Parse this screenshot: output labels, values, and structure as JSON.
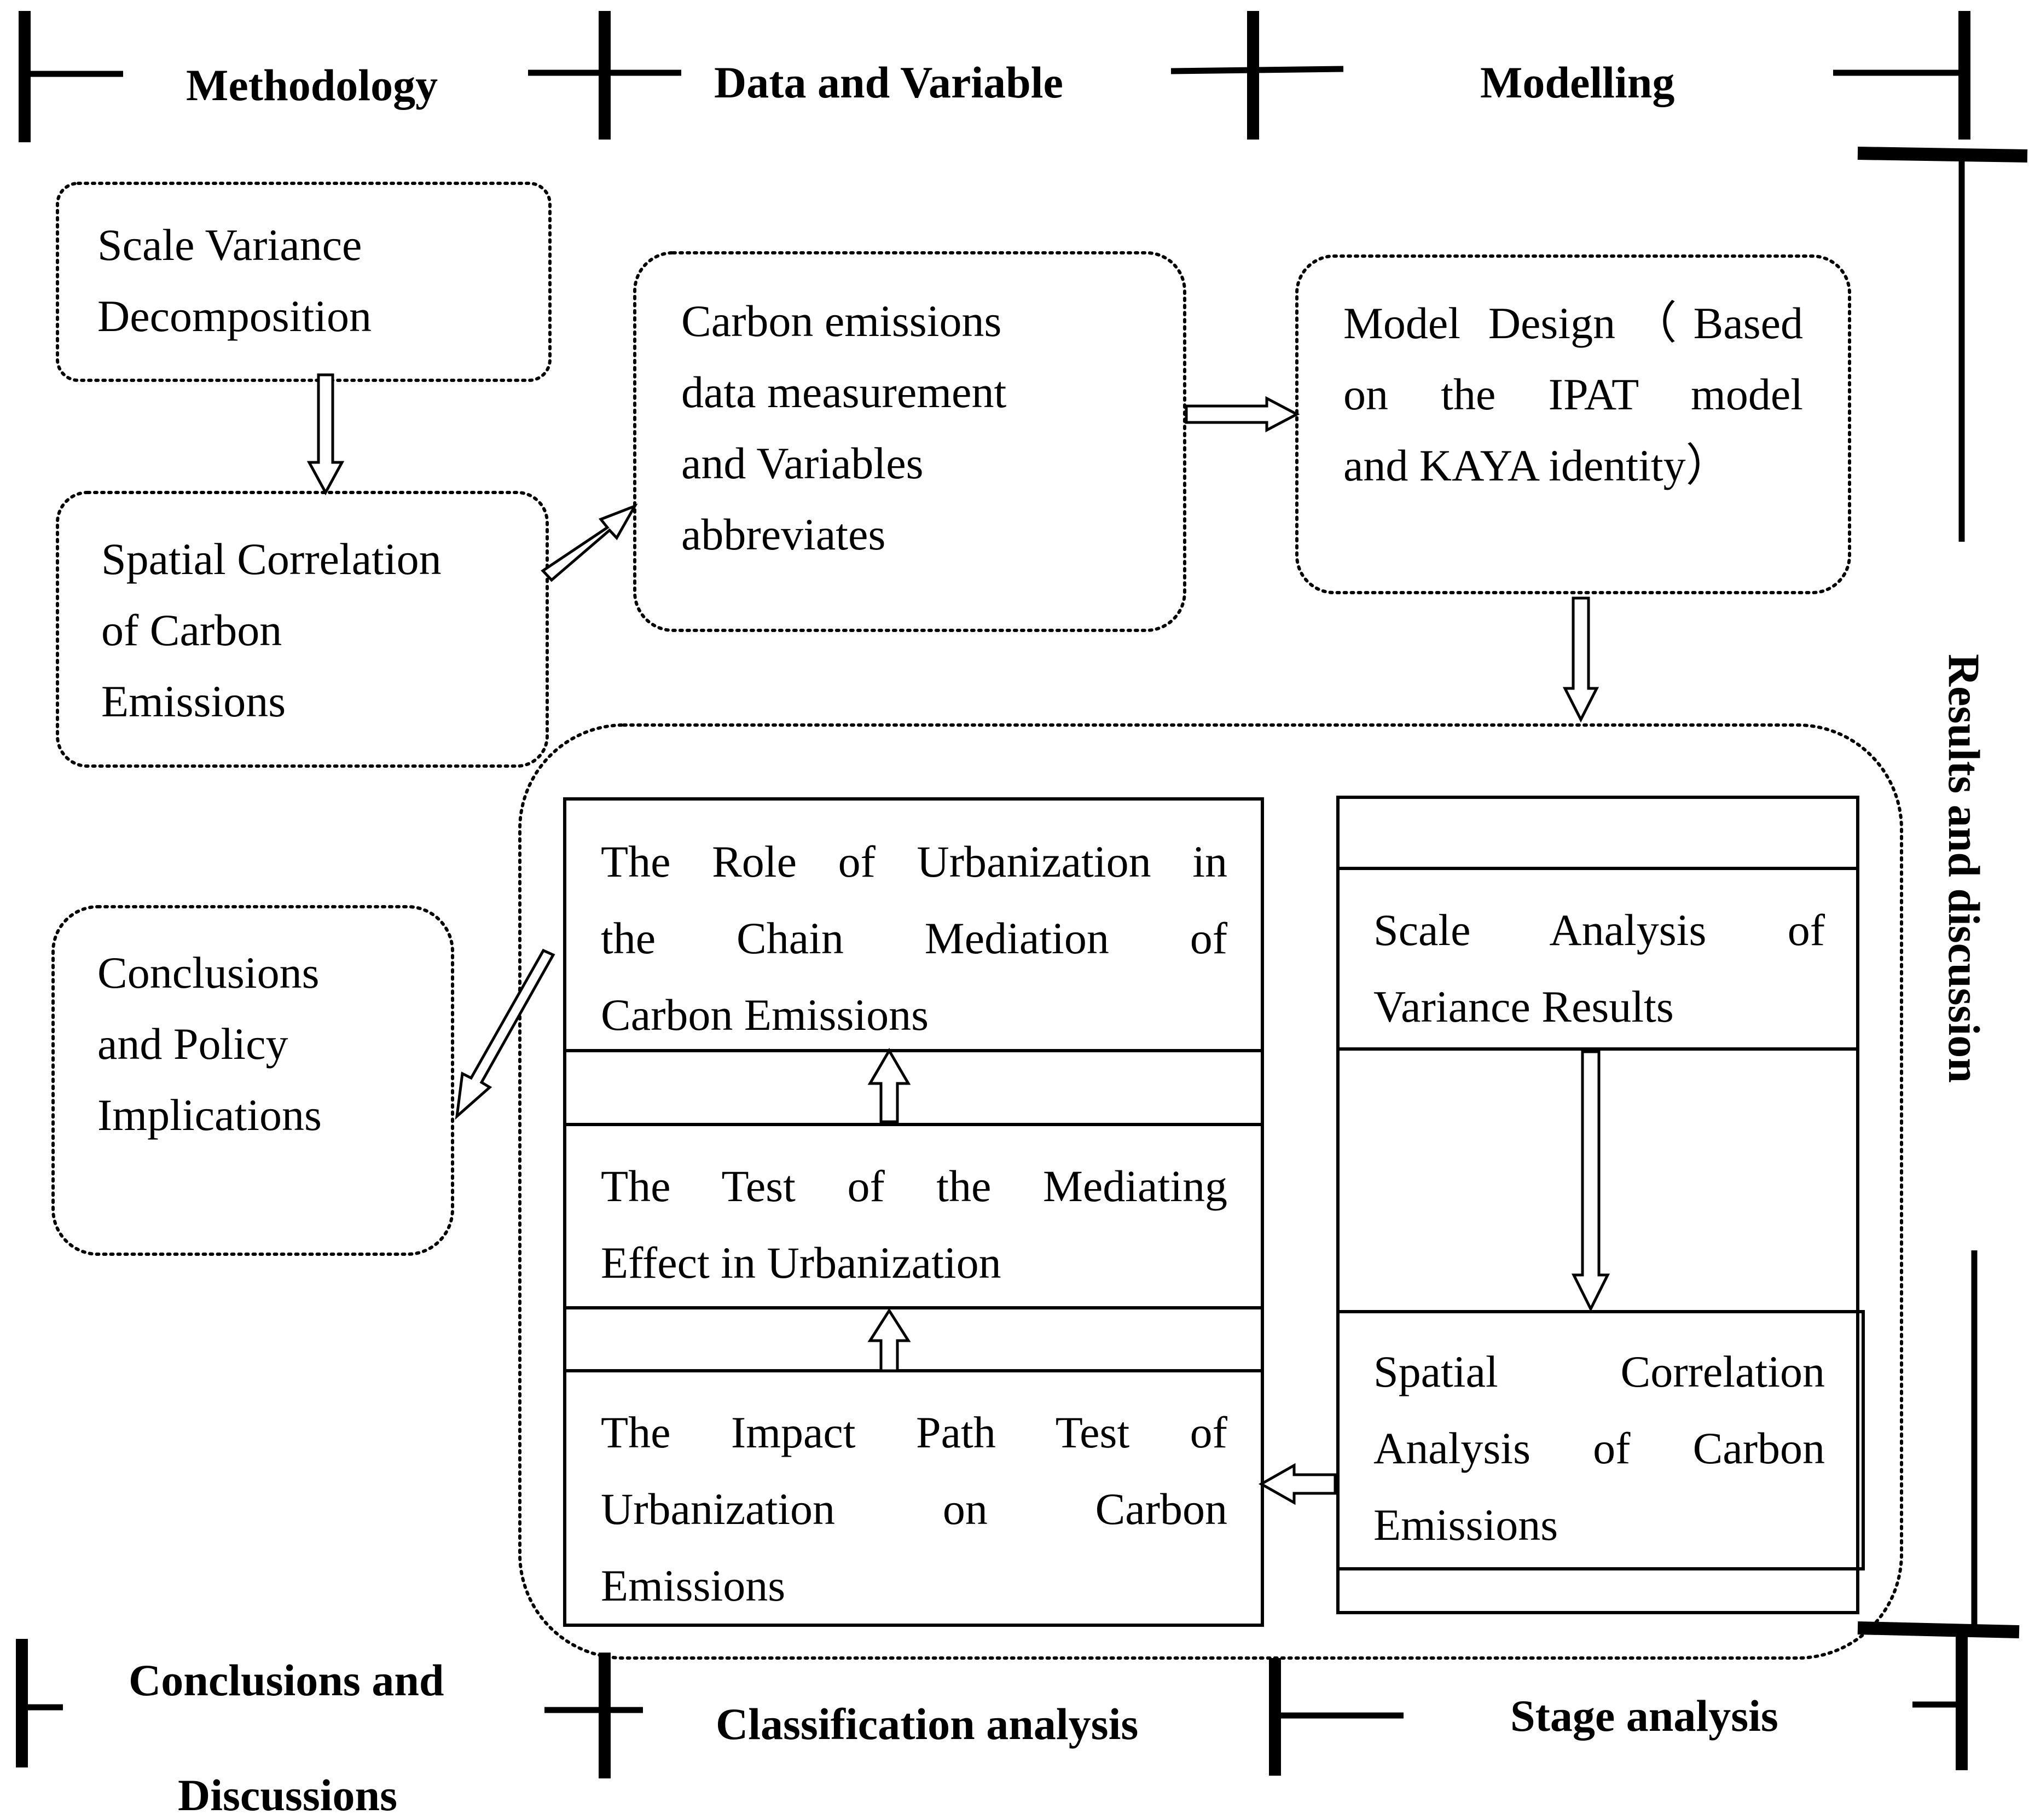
{
  "headers": {
    "top": [
      "Methodology",
      "Data and Variable",
      "Modelling"
    ],
    "right": "Results and discussion",
    "bottom": [
      "Conclusions and",
      "Discussions",
      "Classification analysis",
      "Stage analysis"
    ]
  },
  "boxes": {
    "scale_variance": [
      "Scale Variance",
      "Decomposition"
    ],
    "spatial_correlation": [
      "Spatial Correlation",
      "of Carbon",
      "Emissions"
    ],
    "carbon_data": [
      "Carbon emissions",
      "data measurement",
      "and Variables",
      "abbreviates"
    ],
    "model_design": [
      "Model Design（Based",
      "on the IPAT model",
      "and KAYA identity）"
    ],
    "conclusions_policy": [
      "Conclusions",
      "and Policy",
      "Implications"
    ],
    "role_urbanization": [
      "The Role of Urbanization in",
      "the Chain Mediation of",
      "Carbon Emissions"
    ],
    "mediating_effect": [
      "The Test of the Mediating",
      "Effect in Urbanization"
    ],
    "impact_path": [
      "The Impact Path Test of",
      "Urbanization on Carbon",
      "Emissions"
    ],
    "scale_analysis": [
      "Scale Analysis of",
      "Variance Results"
    ],
    "spatial_analysis": [
      "Spatial Correlation",
      "Analysis of Carbon",
      "Emissions"
    ]
  }
}
